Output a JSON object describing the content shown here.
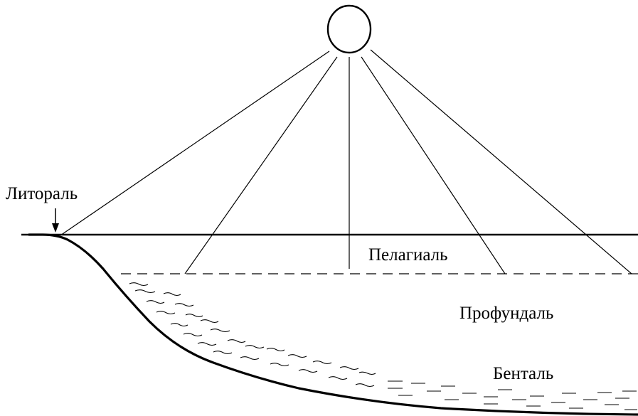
{
  "labels": {
    "littoral": "Литораль",
    "pelagial": "Пелагиаль",
    "profundal": "Профундаль",
    "benthal": "Бенталь"
  },
  "colors": {
    "ink": "#000000",
    "background": "#ffffff"
  },
  "icons": [
    "sun-icon",
    "littoral-arrow-icon"
  ]
}
